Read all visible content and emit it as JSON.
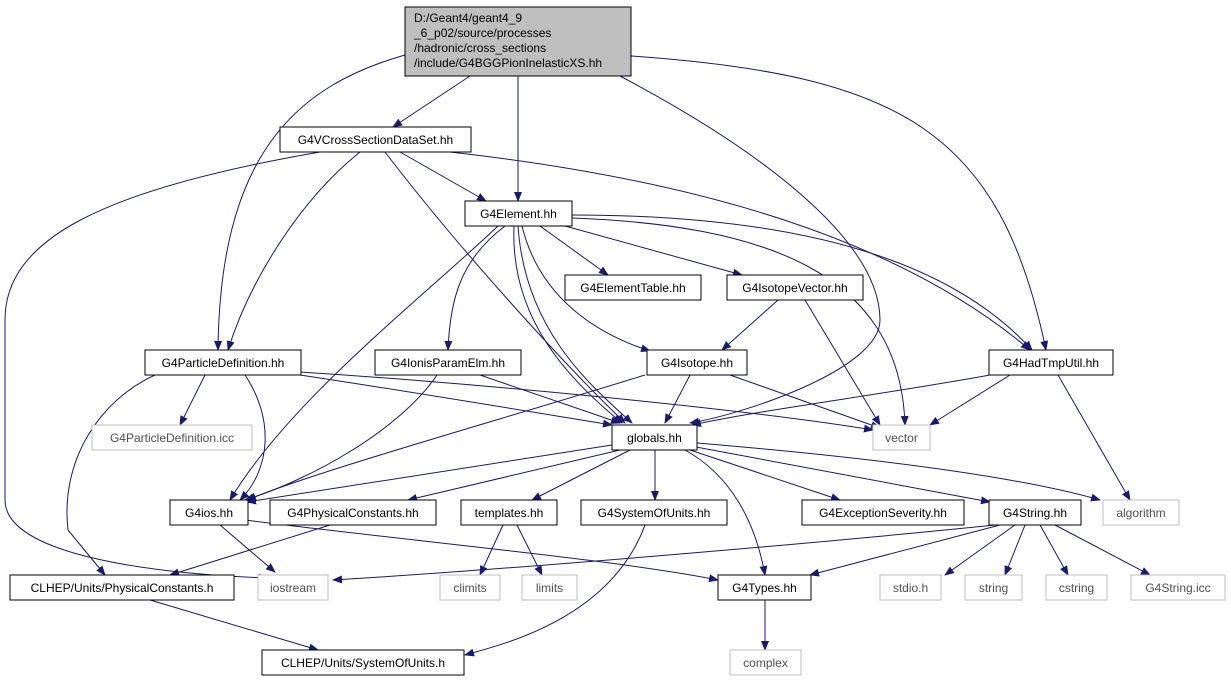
{
  "colors": {
    "edge": "#191970",
    "root_fill": "#bfbfbf",
    "node_border": "#000000",
    "external_border": "#bfbfbf",
    "text": "#000000",
    "external_text": "#505050"
  },
  "nodes": {
    "root": {
      "lines": [
        "D:/Geant4/geant4_9",
        "_6_p02/source/processes",
        "/hadronic/cross_sections",
        "/include/G4BGGPionInelasticXS.hh"
      ]
    },
    "vcross": {
      "label": "G4VCrossSectionDataSet.hh"
    },
    "element": {
      "label": "G4Element.hh"
    },
    "elementtable": {
      "label": "G4ElementTable.hh"
    },
    "isotopevector": {
      "label": "G4IsotopeVector.hh"
    },
    "particledef": {
      "label": "G4ParticleDefinition.hh"
    },
    "ionisparam": {
      "label": "G4IonisParamElm.hh"
    },
    "isotope": {
      "label": "G4Isotope.hh"
    },
    "hadtmputil": {
      "label": "G4HadTmpUtil.hh"
    },
    "particledef_icc": {
      "label": "G4ParticleDefinition.icc"
    },
    "globals": {
      "label": "globals.hh"
    },
    "vector": {
      "label": "vector"
    },
    "g4ios": {
      "label": "G4ios.hh"
    },
    "physconst": {
      "label": "G4PhysicalConstants.hh"
    },
    "templates": {
      "label": "templates.hh"
    },
    "sysofunits": {
      "label": "G4SystemOfUnits.hh"
    },
    "exceptsev": {
      "label": "G4ExceptionSeverity.hh"
    },
    "g4string": {
      "label": "G4String.hh"
    },
    "algorithm": {
      "label": "algorithm"
    },
    "clhep_phys": {
      "label": "CLHEP/Units/PhysicalConstants.h"
    },
    "iostream": {
      "label": "iostream"
    },
    "climits": {
      "label": "climits"
    },
    "limits": {
      "label": "limits"
    },
    "g4types": {
      "label": "G4Types.hh"
    },
    "stdio": {
      "label": "stdio.h"
    },
    "string": {
      "label": "string"
    },
    "cstring": {
      "label": "cstring"
    },
    "g4string_icc": {
      "label": "G4String.icc"
    },
    "clhep_sys": {
      "label": "CLHEP/Units/SystemOfUnits.h"
    },
    "complex": {
      "label": "complex"
    }
  }
}
